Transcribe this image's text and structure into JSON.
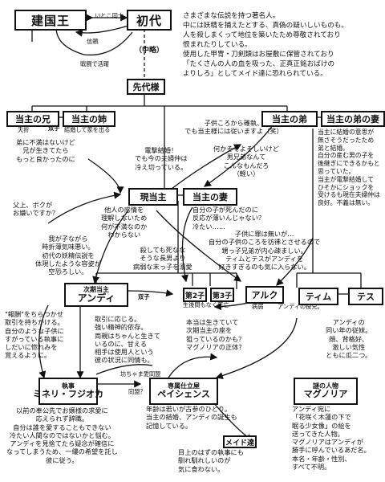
{
  "nodes": {
    "kenkokuou": "建国王",
    "shodai": "初代",
    "chuuryaku": "（中略）",
    "senndaisama": "先代様",
    "toushu_ani": "当主の兄",
    "toushu_ane": "当主の姉",
    "toushu_otouto": "当主の弟",
    "toushu_otouto_tsuma": "当主の弟の妻",
    "gentoushu": "現当主",
    "toushu_tsuma": "当主の妻",
    "jikitoushu_label": "次期当主",
    "andy": "アンディ",
    "dai2shi": "第2子",
    "dai3shi": "第3子",
    "aruku": "アルク",
    "tim": "ティム",
    "tess": "テス",
    "shitsuji_label": "執事",
    "mineri": "ミネリ・フジオカ",
    "senzoku_label": "専属仕立屋",
    "patience": "ペイシェンス",
    "nazo_label": "謎の人物",
    "magnolia": "マグノリア",
    "maid": "メイド達"
  },
  "labels": {
    "itokodoushi": "いとこ同士",
    "shinrai": "信頼",
    "sensou": "戦闘で活躍",
    "futago1": "双子",
    "futago2": "双子",
    "tensei": "夭折",
    "kekkon": "結婚して家を出る",
    "seigo": "生後間もなく死亡",
    "byoujaku": "病弱",
    "dokyuusei": "アンディの役兄。",
    "doumei": "同盟？",
    "bocchan": "坊ちゃま愛同盟"
  },
  "texts": {
    "shodai_desc": "さまざまな伝説を持つ著名人。\n中には妖精を捕えたとする、真偽の疑いしいものも。\n人を殺しまくって地位を築いたため尊敬されており\n恨まれたりしている。\n使用した甲冑・刀剣類はお屋敷に保管されており\n「たくさんの人の血を吸った、正真正銘おばけの\nよりしろ」としてメイド達に恐れられている。",
    "ani_desc": "弟に不満はないけど\n兄が生きてたら\nもっと良かったのに",
    "otouto_quote": "子供ころから確執、\nでも当主様には従いますよ（笑）",
    "otouto_quote2": "何かそそよそしいけど\n男兄弟なんて\nこんなもんだろ\n（軽い）",
    "denwa": "電撃結婚！\nでも今の夫婦仲は\n冷え切っている。",
    "otouto_tsuma_desc": "当主に結婚の意思が\n無さそうだったため\n弟と結婚。\n自分の産む男の子を\n後継ぎにできるかもと\n思っていた。\n当主が電撃結婚して\nひそかにショックを\n受けるも現在夫婦仲は\n良好。不義は無い。",
    "chichiue": "父上、ボクが\nお嫌いですか？",
    "gentoushu_desc": "他人の感情を\n理解しないため\n何が不満なのか\nわからない",
    "tsuma_desc": "自分の子が死んだのに\n反応が薄いんじゃない？\n冷たい……",
    "andy_ref": "我が子ながら\n時折薄気味悪い。\n初代の妖精伝説を\n体現したような容姿が\n空恐ろしい。",
    "koroshitemo": "殺しても死なな\nそうな長男より\n病弱な末っ子を溺愛",
    "kodomo": "子供に罪は無いが…\n自分の子供のころを彷彿とさせるので\n甥っ子兄弟が内心疎ましい。\nティムとテスがアンディを\n好きすぎるのも気に入らない。",
    "tim_tess_desc": "アンディの\n同い年の従妹。\n顔、背格好、\n激しい気性\nともに瓜二つ。",
    "houshuu": "\"報酬\"をちらつかせ\n取引を持ちかける。\n自分のような子供に\nすがっている執事に\nしだいに惚れみを\n覚えるように。",
    "torihiki": "取引に応じる。\n強い精神的依存。\n両親はちゃんと生きて\nいるのに、甘える\n相手は使用人という\n彼の状況に同情も。",
    "honto": "本当は生きていて\n次期当主の座を\n狙っているのかも？\nマグノリアの正体？",
    "mineri_desc": "以前の奉公先でお嬢様の求愛に\n応えられず辞職。\n自分は誰を愛することもできない\n冷たい人間なのではないかと悩む。\nアンディを見捨てたら疑念が確信に\nなってしまうため、一縷の希望を託し\n彼に従う。",
    "patience_desc": "年齢は若いが古参のひとり。\n当主の結婚、アンディの誕生も\n記憶している。",
    "maid_desc": "目上のはずの執事にも\n馴れ馴れしいのが\n気に食わない。",
    "magnolia_desc": "アンディ宛に\n「花咲く木蓮の下で\n眠る少女像」の絵を\n送ってきた人物。\nマグノリアはアンディが\n勝手に呼んでいるあだ名。\n本名・年齢・性別、\nすべて不明。"
  }
}
